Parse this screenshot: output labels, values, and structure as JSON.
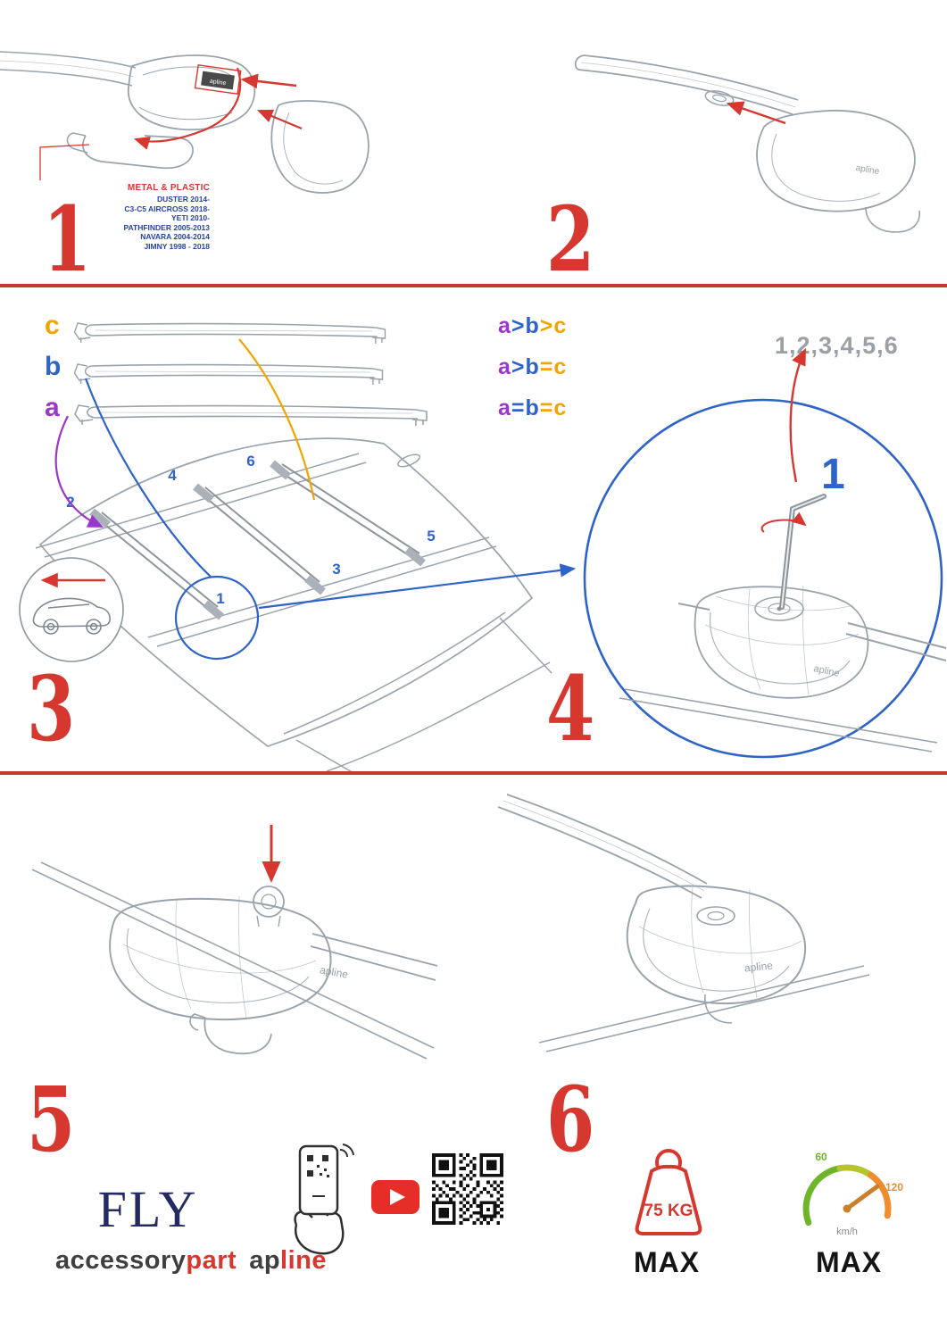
{
  "colors": {
    "accent_red": "#d6382f",
    "blue": "#2e63c9",
    "purple": "#9a36c9",
    "orange": "#f0a500",
    "navy": "#252a63",
    "sequence_gray": "#9aa0a6",
    "line_gray": "#9aa3ab"
  },
  "steps": {
    "n1": "1",
    "n2": "2",
    "n3": "3",
    "n4": "4",
    "n5": "5",
    "n6": "6"
  },
  "step1": {
    "material_label": "METAL & PLASTIC",
    "vehicles": [
      "DUSTER 2014-",
      "C3-C5 AIRCROSS 2018-",
      "YETI 2010-",
      "PATHFINDER 2005-2013",
      "NAVARA 2004-2014",
      "JIMNY 1998 - 2018"
    ]
  },
  "step3": {
    "bar_c": "c",
    "bar_b": "b",
    "bar_a": "a",
    "formula1": {
      "a": "a",
      "op1": ">",
      "b": "b",
      "op2": ">",
      "c": "c"
    },
    "formula2": {
      "a": "a",
      "op1": ">",
      "b": "b",
      "op2": "=",
      "c": "c"
    },
    "formula3": {
      "a": "a",
      "op1": "=",
      "b": "b",
      "op2": "=",
      "c": "c"
    },
    "positions": {
      "p1": "1",
      "p2": "2",
      "p3": "3",
      "p4": "4",
      "p5": "5",
      "p6": "6"
    }
  },
  "step4": {
    "sequence": "1,2,3,4,5,6",
    "key_label": "1"
  },
  "parts": {
    "bar_logo": "apline"
  },
  "branding": {
    "model": "FLY",
    "accessory": "accessory",
    "part": "part",
    "brand_ap": "ap",
    "brand_line": "line"
  },
  "limits": {
    "weight": "75 KG",
    "weight_max": "MAX",
    "speed_low": "60",
    "speed_high": "120",
    "speed_unit": "km/h",
    "speed_max": "MAX"
  }
}
